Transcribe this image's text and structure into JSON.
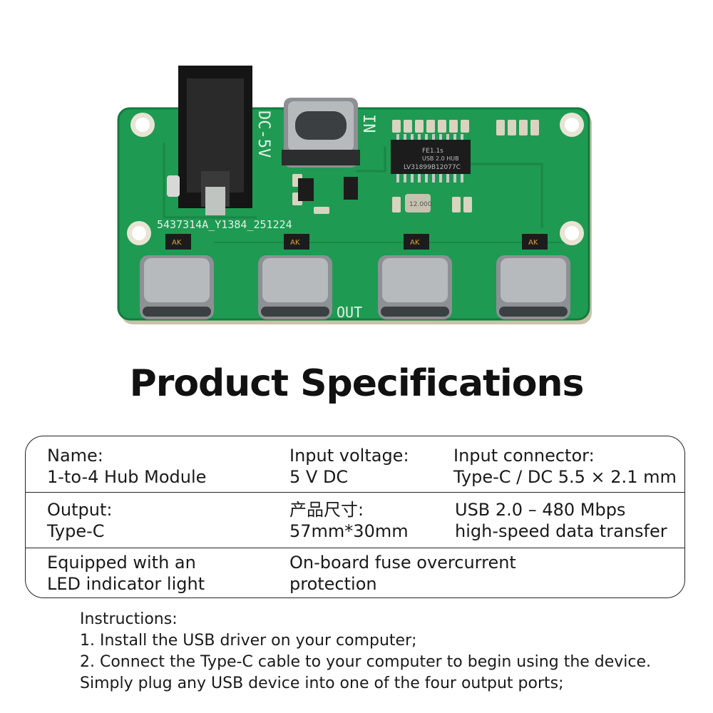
{
  "board": {
    "silkscreen_dc": "DC-5V",
    "silkscreen_in": "IN",
    "silkscreen_out": "OUT",
    "serial": "5437314A_Y1384_251224",
    "chip_line1": "FE1.1s",
    "chip_line2": "USB 2.0 HUB",
    "chip_line3": "LV31899B12077C",
    "crystal": "12.000",
    "diode_mark": "AK",
    "colors": {
      "pcb": "#1f9a52",
      "pcb_edge": "#c9c2a8",
      "jack": "#1a1a1a"
    }
  },
  "title": "Product Specifications",
  "specs": {
    "rows": [
      {
        "c0": [
          "Name:",
          "1-to-4 Hub Module"
        ],
        "c1": [
          "Input voltage:",
          "5 V DC"
        ],
        "c2": [
          "Input connector:",
          "Type-C / DC 5.5 × 2.1 mm"
        ]
      },
      {
        "c0": [
          "Output:",
          "Type-C"
        ],
        "c1": [
          "产品尺寸:",
          "57mm*30mm"
        ],
        "c2": [
          "USB 2.0 – 480 Mbps",
          "high-speed data transfer"
        ]
      },
      {
        "c0": [
          "Equipped with an",
          "LED indicator light"
        ],
        "c1": [
          "On-board fuse overcurrent",
          "protection"
        ],
        "c2": [
          "",
          ""
        ]
      }
    ]
  },
  "instructions": {
    "heading": "Instructions:",
    "lines": [
      "1. Install the USB driver on your computer;",
      "2. Connect the Type-C cable to your computer to begin using the device.",
      "Simply plug any USB device into one of the four output ports;"
    ]
  }
}
